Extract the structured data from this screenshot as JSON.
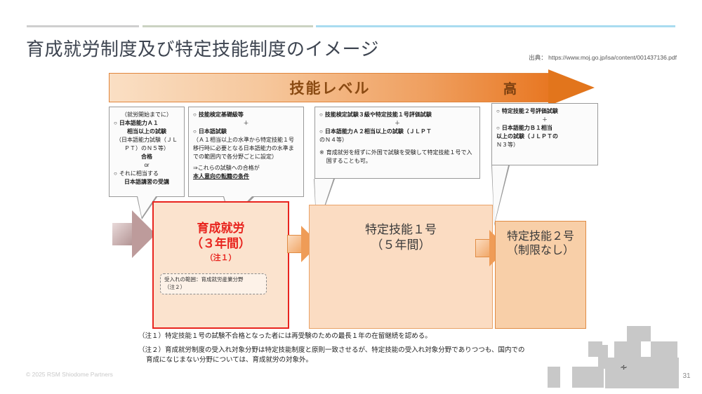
{
  "header": {
    "title": "育成就労制度及び特定技能制度のイメージ",
    "source": "出典： https://www.moj.go.jp/isa/content/001437136.pdf"
  },
  "banner": {
    "label": "技能レベル",
    "high_label": "高"
  },
  "callouts": [
    {
      "id": "callout-1",
      "prefix": "（就労開始までに）",
      "item1_bullet": "○",
      "item1_bold": "日本語能力Ａ１",
      "item1_bold2": "相当以上の試験",
      "item1_detail": "（日本語能力試験（ＪＬＰＴ）のＮ５等）",
      "item1_pass": "合格",
      "connector": "or",
      "item2_bullet": "○",
      "item2_lead": "それに相当する",
      "item2_bold": "日本語講習の受講"
    },
    {
      "id": "callout-2",
      "item1_bullet": "○",
      "item1_bold": "技能検定基礎級等",
      "plus": "＋",
      "item2_bullet": "○",
      "item2_bold": "日本語試験",
      "item2_detail": "（Ａ１相当以上の水準から特定技能１号移行時に必要となる日本語能力の水準までの範囲内で各分野ごとに設定）",
      "conclusion_lead": "⇒これらの試験への合格が",
      "conclusion_bold": "本人意向の転籍の条件"
    },
    {
      "id": "callout-3",
      "item1_bullet": "○",
      "item1_bold": "技能検定試験３級や特定技能１号評価試験",
      "plus": "＋",
      "item2_bullet": "○",
      "item2_bold": "日本語能力Ａ２相当以上の試験（ＪＬＰＴ",
      "item2_detail": "のＮ４等）",
      "note_mark": "※",
      "note_text": "育成就労を経ずに外国で試験を受験して特定技能１号で入国することも可。"
    },
    {
      "id": "callout-4",
      "item1_bullet": "○",
      "item1_bold": "特定技能２号評価試験",
      "plus": "＋",
      "item2_bullet": "○",
      "item2_bold": "日本語能力Ｂ１相当",
      "item2_bold2": "以上の試験（ＪＬＰＴの",
      "item2_detail": "Ｎ３等）"
    }
  ],
  "blocks": {
    "ikusei": {
      "line1": "育成就労",
      "line2": "（３年間）",
      "note_ref": "（注１）",
      "scope_line1": "受入れの範囲：育成就労産業分野",
      "scope_line2": "（注２）"
    },
    "tokutei1": {
      "line1": "特定技能１号",
      "line2": "（５年間）"
    },
    "tokutei2": {
      "line1": "特定技能２号",
      "line2": "（制限なし）"
    }
  },
  "notes": {
    "note1": "（注１）特定技能１号の試験不合格となった者には再受験のための最長１年の在留継続を認める。",
    "note2_a": "（注２）育成就労制度の受入れ対象分野は特定技能制度と原則一致させるが、特定技能の受入れ対象分野でありつつも、国内での",
    "note2_b": "育成になじまない分野については、育成就労の対象外。"
  },
  "footer": {
    "copyright": "© 2025 RSM Shiodome Partners",
    "page_number": "31"
  },
  "colors": {
    "accent_orange": "#e87722",
    "red_border": "#e8241e",
    "title_gray": "#3d4450"
  }
}
